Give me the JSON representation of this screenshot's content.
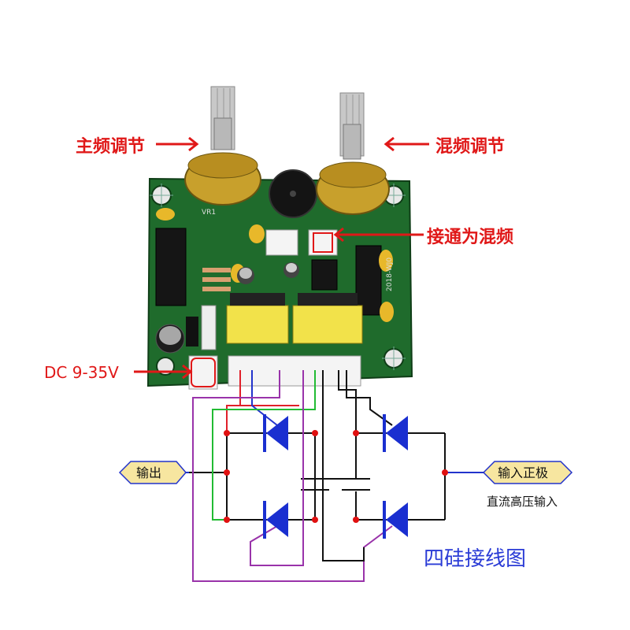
{
  "labels": {
    "main_freq": "主频调节",
    "mix_freq": "混频调节",
    "connect_mix": "接通为混频",
    "dc_supply": "DC 9-35V",
    "output": "输出",
    "input_positive": "输入正极",
    "dc_hv_input": "直流高压输入",
    "diagram_title": "四硅接线图"
  },
  "board": {
    "silk_vr": "VR1",
    "silk_model": "2018-WJ0"
  },
  "colors": {
    "arrow_red": "#e01818",
    "wire_red": "#e0202a",
    "wire_blue": "#2233cc",
    "wire_green": "#22bb33",
    "wire_purple": "#9933aa",
    "wire_black": "#111111",
    "diode_blue": "#1a2fd0",
    "node_red": "#e01010",
    "tag_fill": "#f7e6a0",
    "tag_stroke": "#2233cc",
    "pcb_green": "#1f6b2c",
    "title_blue": "#2a3bd6"
  },
  "icons": {
    "arrow": "left-arrow-icon",
    "diode": "diode-icon",
    "capacitor": "capacitor-icon",
    "potentiometer": "potentiometer-icon"
  }
}
